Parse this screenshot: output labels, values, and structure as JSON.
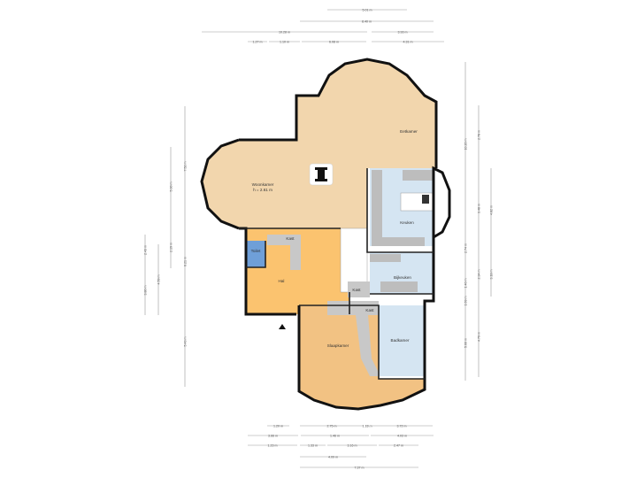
{
  "colors": {
    "living": "#f2d6ad",
    "hall": "#fbc36f",
    "bedroom": "#f2c283",
    "kitchen": "#d5e5f2",
    "toilet": "#6f9fd8",
    "storage": "#c8c8c8",
    "wall": "#111111"
  },
  "rooms": {
    "woonkamer": "Woonkamer",
    "woonkamer_height": "h = 2.61 m",
    "eetkamer": "Eetkamer",
    "keuken": "Keuken",
    "toilet": "Toilet",
    "kast1": "Kast",
    "hal": "Hal",
    "kast2": "Kast",
    "bijkeuken": "Bijkeuken",
    "kast3": "Kast",
    "slaapkamer": "Slaapkamer",
    "badkamer": "Badkamer"
  },
  "dimensions": {
    "top": [
      "5.01 m",
      "8.40 m",
      "10.28 m",
      "3.93 m",
      "1.27 m",
      "1.10 m",
      "6.08 m",
      "4.31 m"
    ],
    "bottom": [
      "1.20 m",
      "2.75 m",
      "1.13 m",
      "3.72 m",
      "3.66 m",
      "1.46 m",
      "4.03 m",
      "1.23 m",
      "1.33 m",
      "3.16 m",
      "2.47 m",
      "4.09 m",
      "7.37 m"
    ],
    "left": [
      "7.52 m",
      "5.30 m",
      "2.19 m",
      "6.21 m",
      "2.43 m",
      "3.80 m",
      "4.59 m",
      "5.43 m"
    ],
    "right": [
      "10.20 m",
      "2.78 m",
      "3.48 m",
      "4.82 m",
      "2.74 m",
      "1.40 m",
      "3.18 m",
      "2.34 m",
      "1.69 m",
      "4.79 m",
      "5.60 m"
    ]
  }
}
